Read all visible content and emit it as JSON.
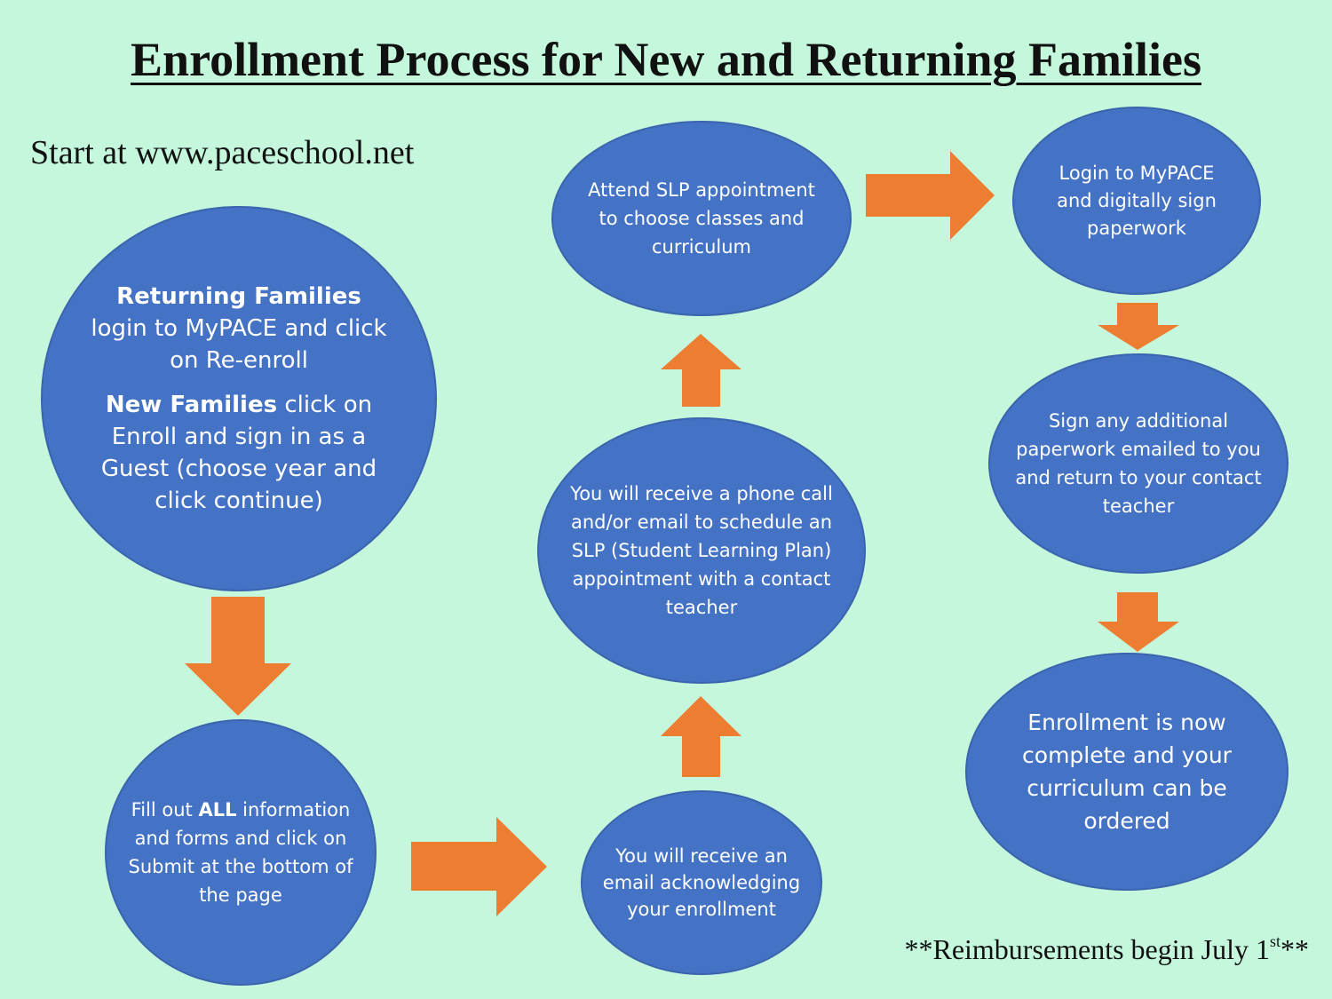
{
  "title": "Enrollment Process for New and Returning Families",
  "start": "Start at www.paceschool.net",
  "footnote": {
    "prefix": "**Reimbursements begin July 1",
    "sup": "st",
    "suffix": "**"
  },
  "colors": {
    "background": "#c4f7dc",
    "node_fill": "#4472c4",
    "arrow": "#ed7d31",
    "node_text": "#ffffff"
  },
  "nodes": {
    "returning": {
      "bold1": "Returning Families",
      "text1": "login to MyPACE and click on Re-enroll",
      "bold2": "New Families",
      "text2": "click on Enroll and sign in as a Guest (choose year and click continue)"
    },
    "fill": {
      "pre": "Fill out ",
      "bold": "ALL",
      "post": "information and forms and click on Submit at the bottom of the page"
    },
    "email": {
      "text": "You will receive an email acknowledging your enrollment"
    },
    "call": {
      "text": "You will receive a phone call and/or email to schedule an SLP (Student Learning Plan) appointment with a contact teacher"
    },
    "slp": {
      "text": "Attend SLP appointment to choose classes and curriculum"
    },
    "login": {
      "text": "Login to MyPACE and digitally sign paperwork"
    },
    "sign": {
      "text": "Sign any additional paperwork emailed to you and return to your contact teacher"
    },
    "complete": {
      "text": "Enrollment is now complete and your curriculum can be ordered"
    }
  },
  "arrows": [
    {
      "from": "returning",
      "to": "fill",
      "direction": "down"
    },
    {
      "from": "fill",
      "to": "email",
      "direction": "right"
    },
    {
      "from": "email",
      "to": "call",
      "direction": "up"
    },
    {
      "from": "call",
      "to": "slp",
      "direction": "up"
    },
    {
      "from": "slp",
      "to": "login",
      "direction": "right"
    },
    {
      "from": "login",
      "to": "sign",
      "direction": "down"
    },
    {
      "from": "sign",
      "to": "complete",
      "direction": "down"
    }
  ]
}
